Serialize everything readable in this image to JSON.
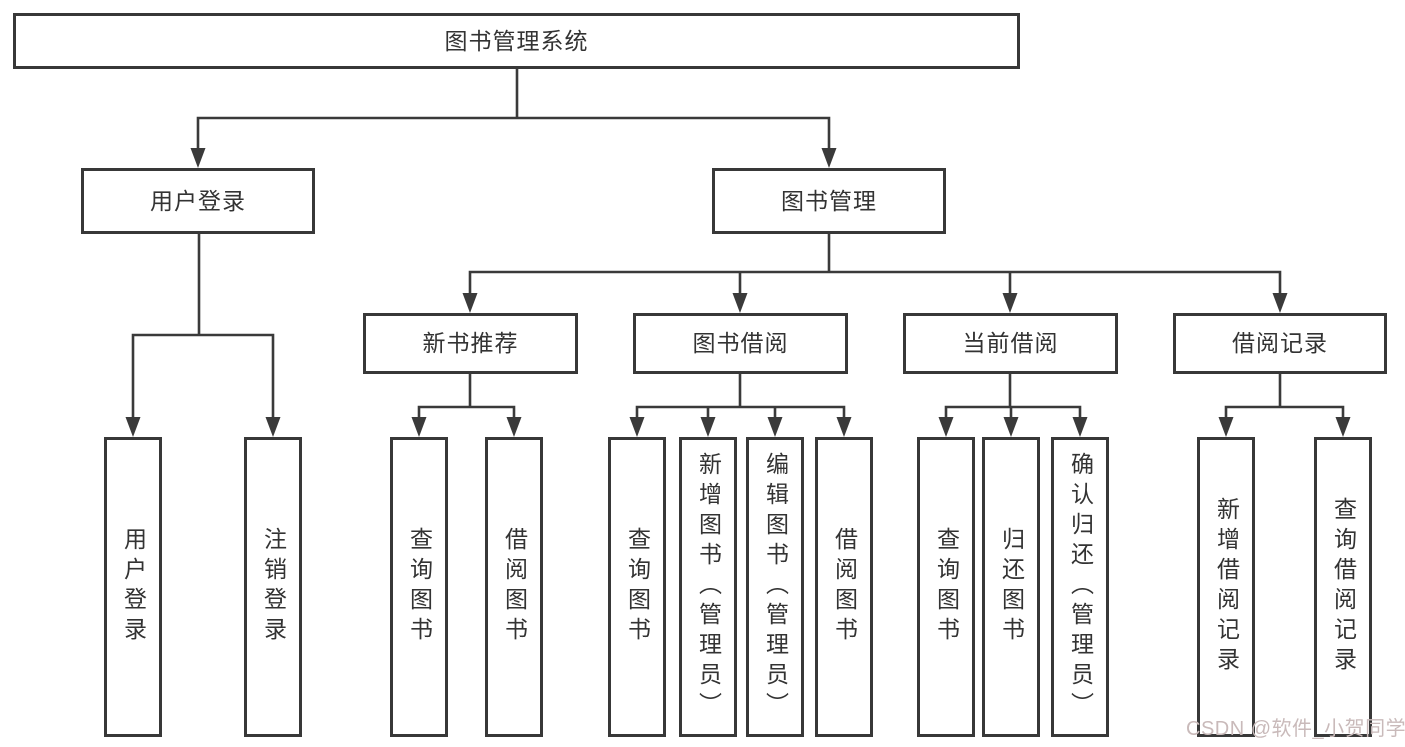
{
  "colors": {
    "line": "#3a3a3a",
    "border": "#383838",
    "text": "#333333",
    "watermark": "#c9baba",
    "background": "#ffffff"
  },
  "tree": {
    "root": {
      "label": "图书管理系统"
    },
    "branches": [
      {
        "label": "用户登录",
        "children": [
          {
            "label": "用户登录"
          },
          {
            "label": "注销登录"
          }
        ]
      },
      {
        "label": "图书管理",
        "children": [
          {
            "label": "新书推荐",
            "children": [
              {
                "label": "查询图书"
              },
              {
                "label": "借阅图书"
              }
            ]
          },
          {
            "label": "图书借阅",
            "children": [
              {
                "label": "查询图书"
              },
              {
                "label": "新增图书（管理员）"
              },
              {
                "label": "编辑图书（管理员）"
              },
              {
                "label": "借阅图书"
              }
            ]
          },
          {
            "label": "当前借阅",
            "children": [
              {
                "label": "查询图书"
              },
              {
                "label": "归还图书"
              },
              {
                "label": "确认归还（管理员）"
              }
            ]
          },
          {
            "label": "借阅记录",
            "children": [
              {
                "label": "新增借阅记录"
              },
              {
                "label": "查询借阅记录"
              }
            ]
          }
        ]
      }
    ]
  },
  "watermark": {
    "text": "CSDN @软件_小贺同学"
  }
}
